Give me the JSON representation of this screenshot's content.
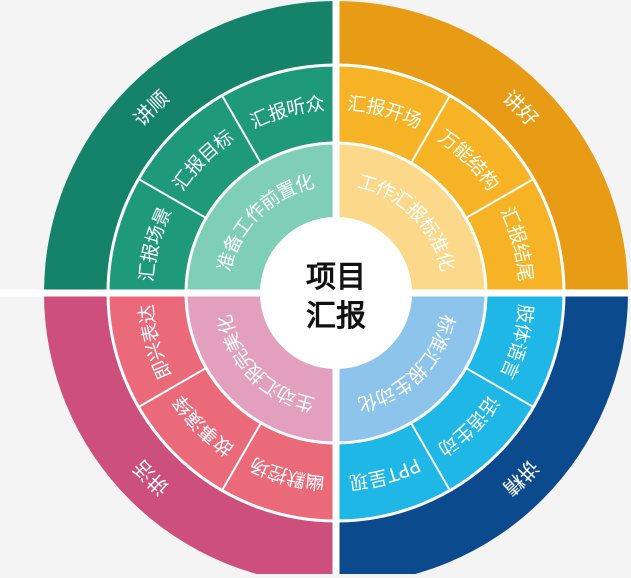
{
  "center": {
    "line1": "项目",
    "line2": "汇报",
    "color": "#111111"
  },
  "quadrants": [
    {
      "id": "top-left",
      "outer_label": "讲顺",
      "middle_labels": [
        "汇报场景",
        "汇报目标",
        "汇报听众"
      ],
      "inner_label": "准备工作前置化",
      "colors": {
        "outer": "#14836a",
        "middle": "#1e9a7a",
        "inner": "#7ecfb6"
      }
    },
    {
      "id": "top-right",
      "outer_label": "讲好",
      "middle_labels": [
        "汇报开场",
        "万能结构",
        "汇报结尾"
      ],
      "inner_label": "工作汇报标准化",
      "colors": {
        "outer": "#e89c16",
        "middle": "#f5b325",
        "inner": "#fcd98a"
      }
    },
    {
      "id": "bottom-right",
      "outer_label": "讲精",
      "middle_labels": [
        "肢体语言",
        "话语生动",
        "PPT呈现"
      ],
      "inner_label": "标准汇报生动化",
      "colors": {
        "outer": "#0b4a8c",
        "middle": "#1fb7e6",
        "inner": "#8cc4ec"
      }
    },
    {
      "id": "bottom-left",
      "outer_label": "讲活",
      "middle_labels": [
        "幽默控场",
        "故事演绎",
        "即兴表达"
      ],
      "inner_label": "生动汇报完美化",
      "colors": {
        "outer": "#cd4f7b",
        "middle": "#ea6a7a",
        "inner": "#e3a0be"
      }
    }
  ],
  "divider_color": "#ffffff"
}
